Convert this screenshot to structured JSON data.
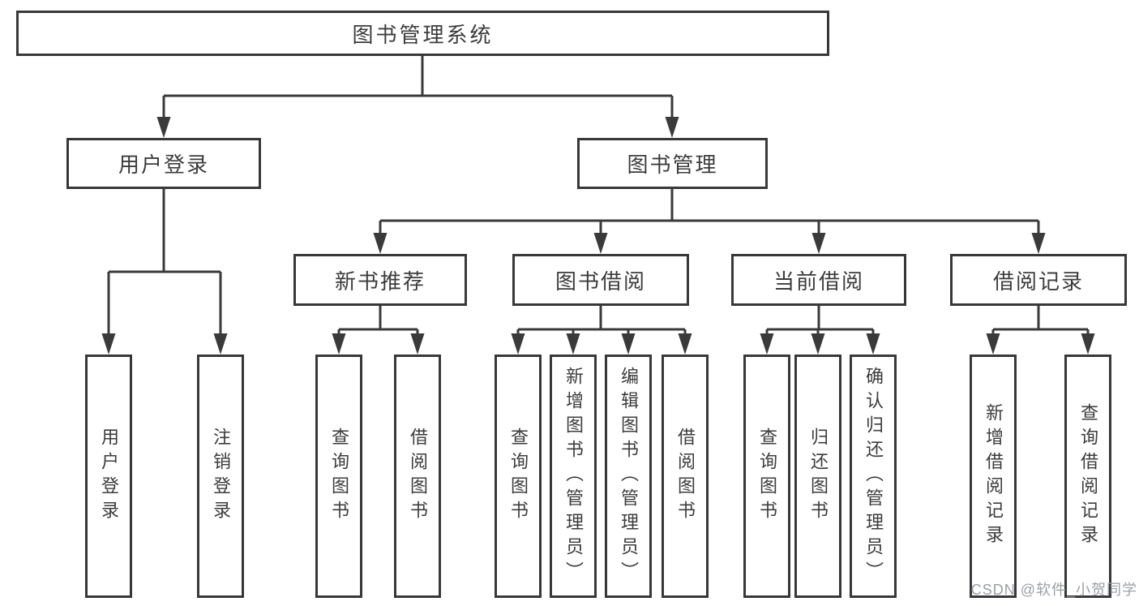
{
  "diagram": {
    "title": "图书管理系统",
    "nodes": {
      "root": "图书管理系统",
      "user_login": "用户登录",
      "book_mgmt": "图书管理",
      "new_books": "新书推荐",
      "book_borrow": "图书借阅",
      "current_borrow": "当前借阅",
      "borrow_records": "借阅记录",
      "leaves": {
        "user_login": [
          "用户登录",
          "注销登录"
        ],
        "new_books": [
          "查询图书",
          "借阅图书"
        ],
        "book_borrow": [
          "查询图书",
          "新增图书（管理员）",
          "编辑图书（管理员）",
          "借阅图书"
        ],
        "current_borrow": [
          "查询图书",
          "归还图书",
          "确认归还（管理员）"
        ],
        "borrow_records": [
          "新增借阅记录",
          "查询借阅记录"
        ]
      }
    },
    "colors": {
      "line": "#3a3a3a",
      "box_border": "#383838",
      "text": "#3c3c3c",
      "background": "#ffffff",
      "watermark_text": "#9b9ea6"
    }
  },
  "watermark": "CSDN @软件_小贺同学"
}
